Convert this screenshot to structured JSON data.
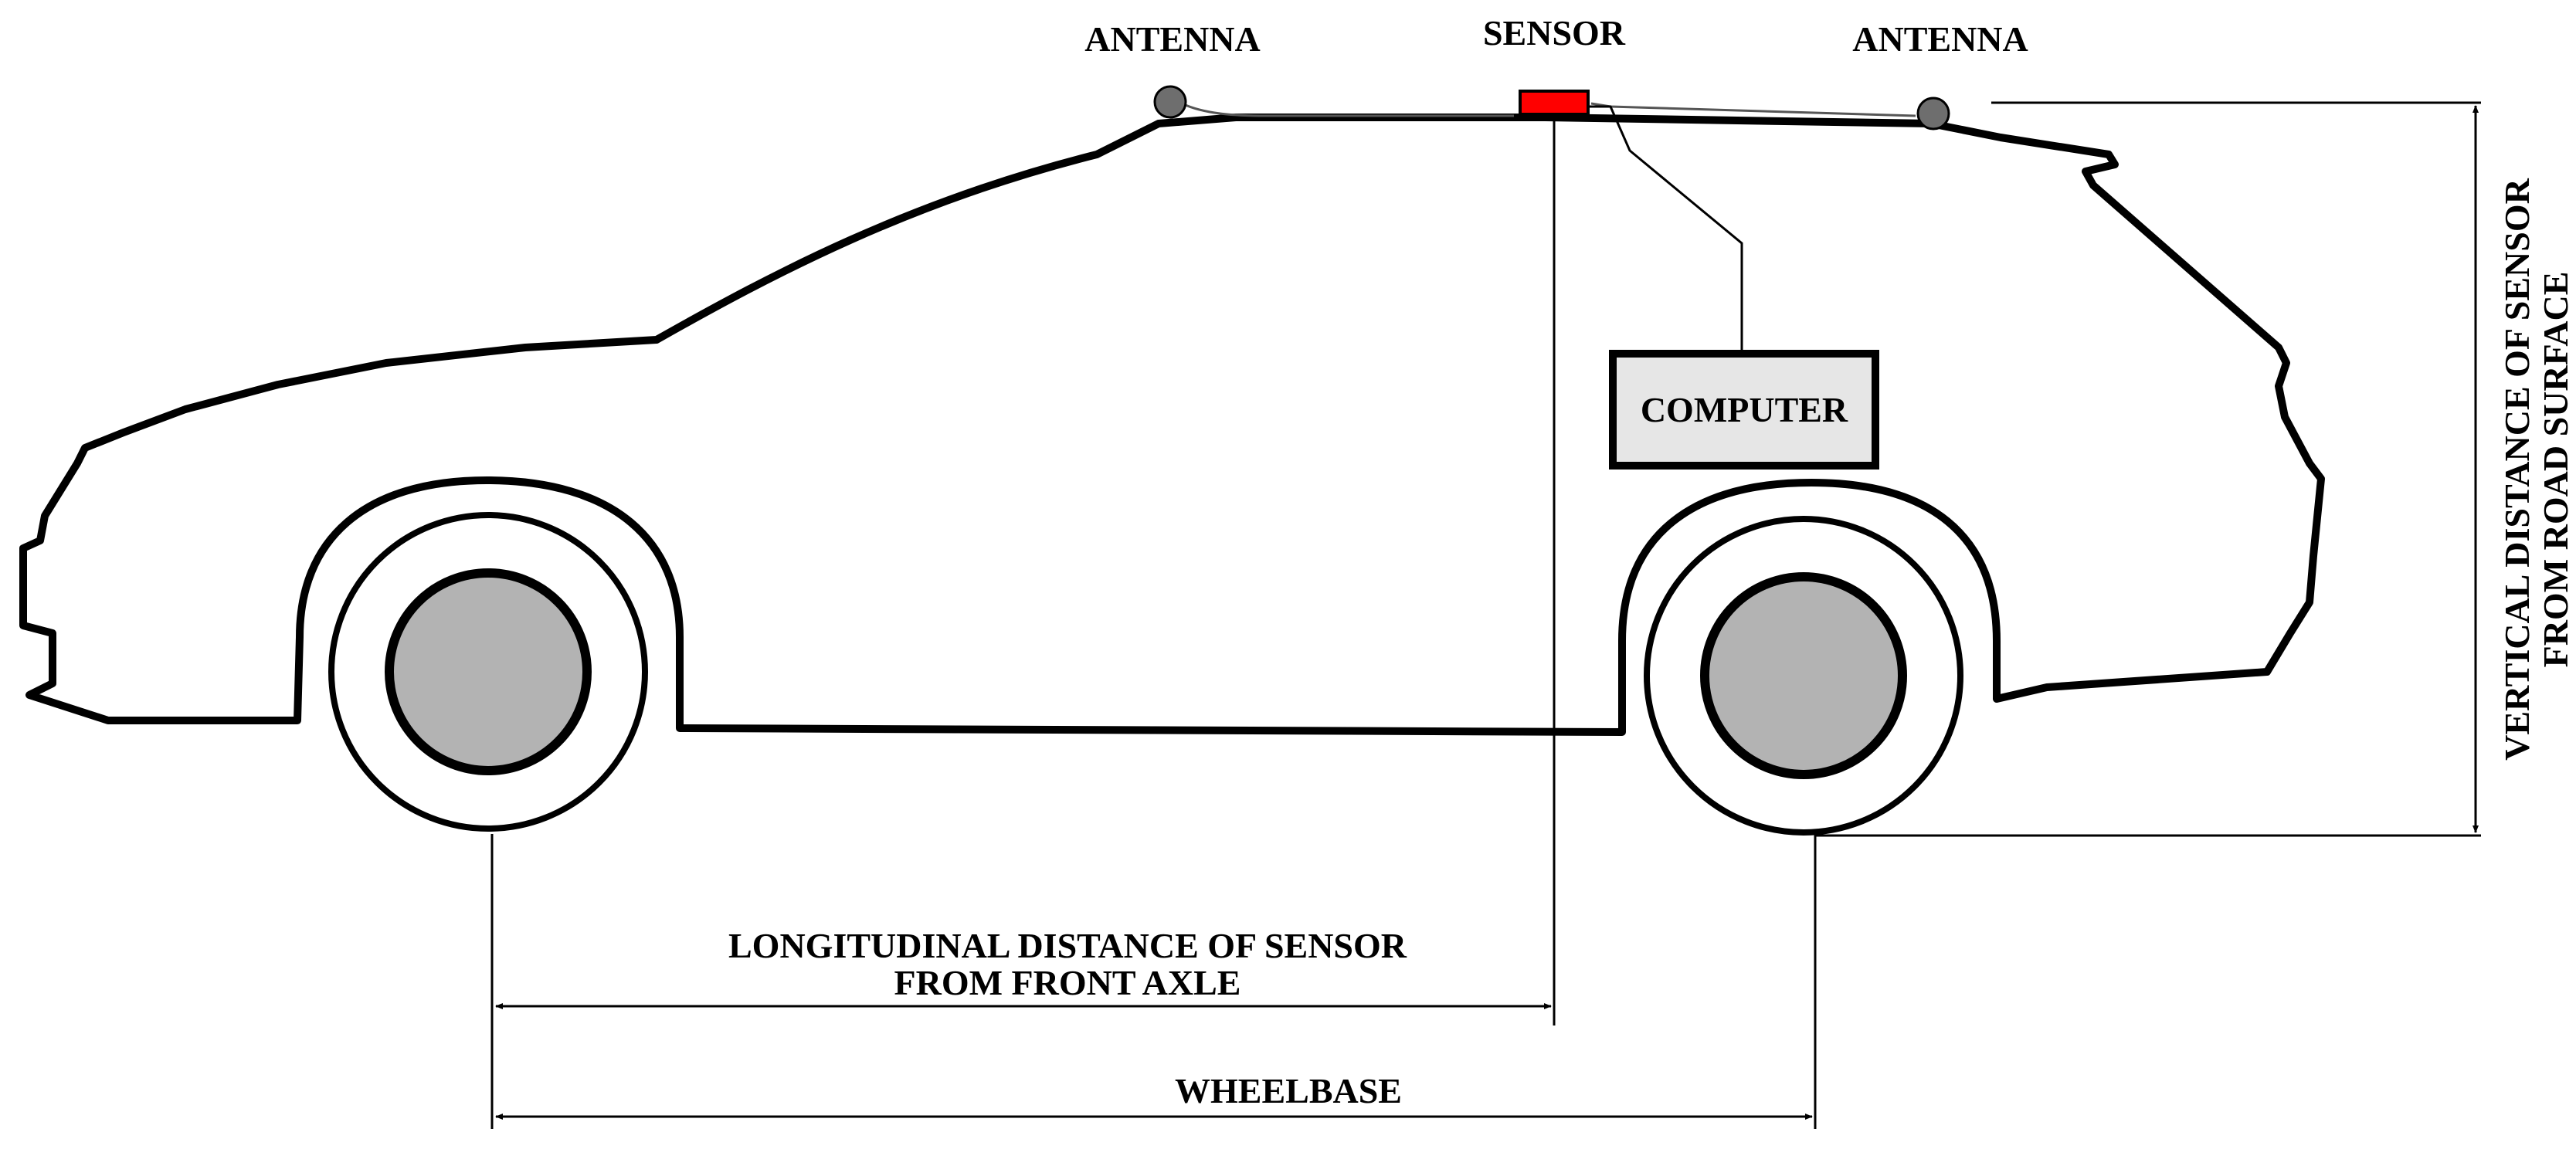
{
  "labels": {
    "antenna_front": "ANTENNA",
    "sensor": "SENSOR",
    "antenna_rear": "ANTENNA",
    "computer": "COMPUTER",
    "longitudinal_line1": "LONGITUDINAL DISTANCE OF SENSOR",
    "longitudinal_line2": "FROM FRONT AXLE",
    "wheelbase": "WHEELBASE",
    "vertical_line1": "VERTICAL DISTANCE OF SENSOR",
    "vertical_line2": "FROM ROAD SURFACE"
  },
  "colors": {
    "sensor": "#ff0000",
    "antenna": "#6e6e6e",
    "hub": "#b3b3b3",
    "computer_fill": "#e6e6e6",
    "outline": "#000000"
  }
}
